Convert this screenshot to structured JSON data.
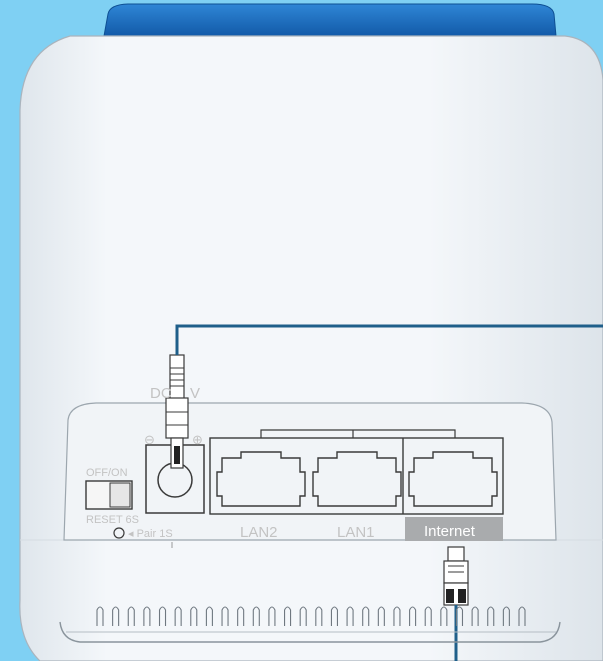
{
  "labels": {
    "dc": "DC",
    "dc_suffix": "V",
    "minus": "⊖",
    "plus": "⊕",
    "off_on": "OFF/ON",
    "reset": "RESET 6S",
    "pair": "◂ Pair 1S",
    "lan2": "LAN2",
    "lan1": "LAN1",
    "internet": "Internet"
  },
  "colors": {
    "background": "#7fd0f3",
    "device_body": "#eef2f6",
    "top_cap": "#1a6fc2",
    "cable": "#1f5f8a",
    "internet_badge": "#a9abad"
  },
  "icons": [
    "power-plug-icon",
    "ethernet-plug-icon",
    "ethernet-port-icon",
    "power-switch-icon",
    "reset-hole-icon"
  ]
}
